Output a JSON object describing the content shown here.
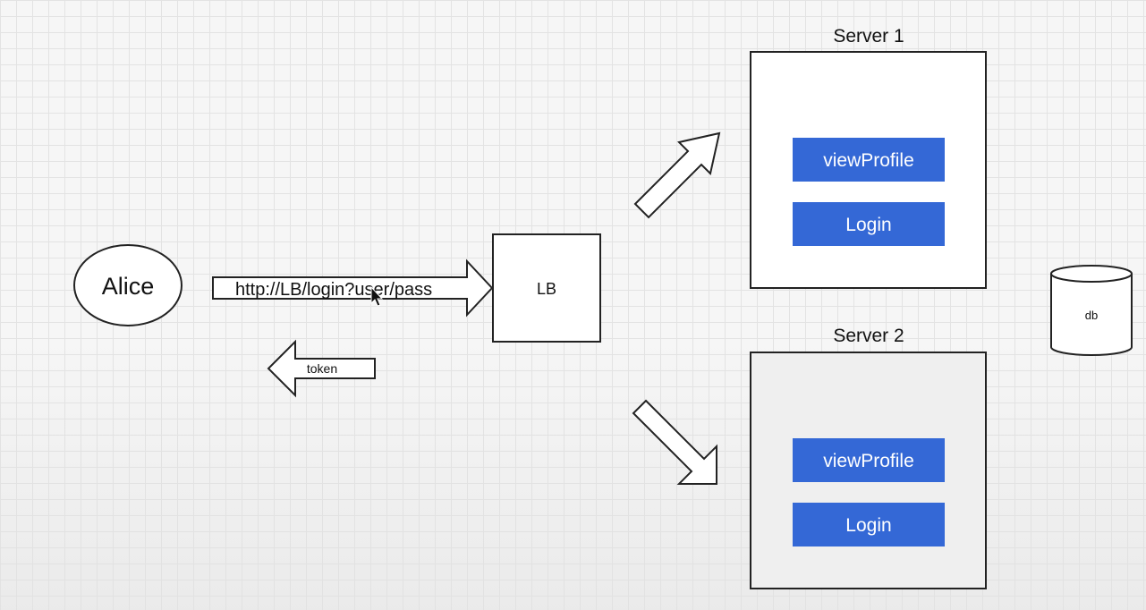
{
  "user": {
    "label": "Alice"
  },
  "request": {
    "label": "http://LB/login?user/pass"
  },
  "response": {
    "label": "token"
  },
  "load_balancer": {
    "label": "LB"
  },
  "servers": [
    {
      "title": "Server 1",
      "buttons": [
        "viewProfile",
        "Login"
      ]
    },
    {
      "title": "Server 2",
      "buttons": [
        "viewProfile",
        "Login"
      ]
    }
  ],
  "database": {
    "label": "db"
  },
  "colors": {
    "button": "#3468d6",
    "server2_fill": "#efefef",
    "stroke": "#222222"
  }
}
